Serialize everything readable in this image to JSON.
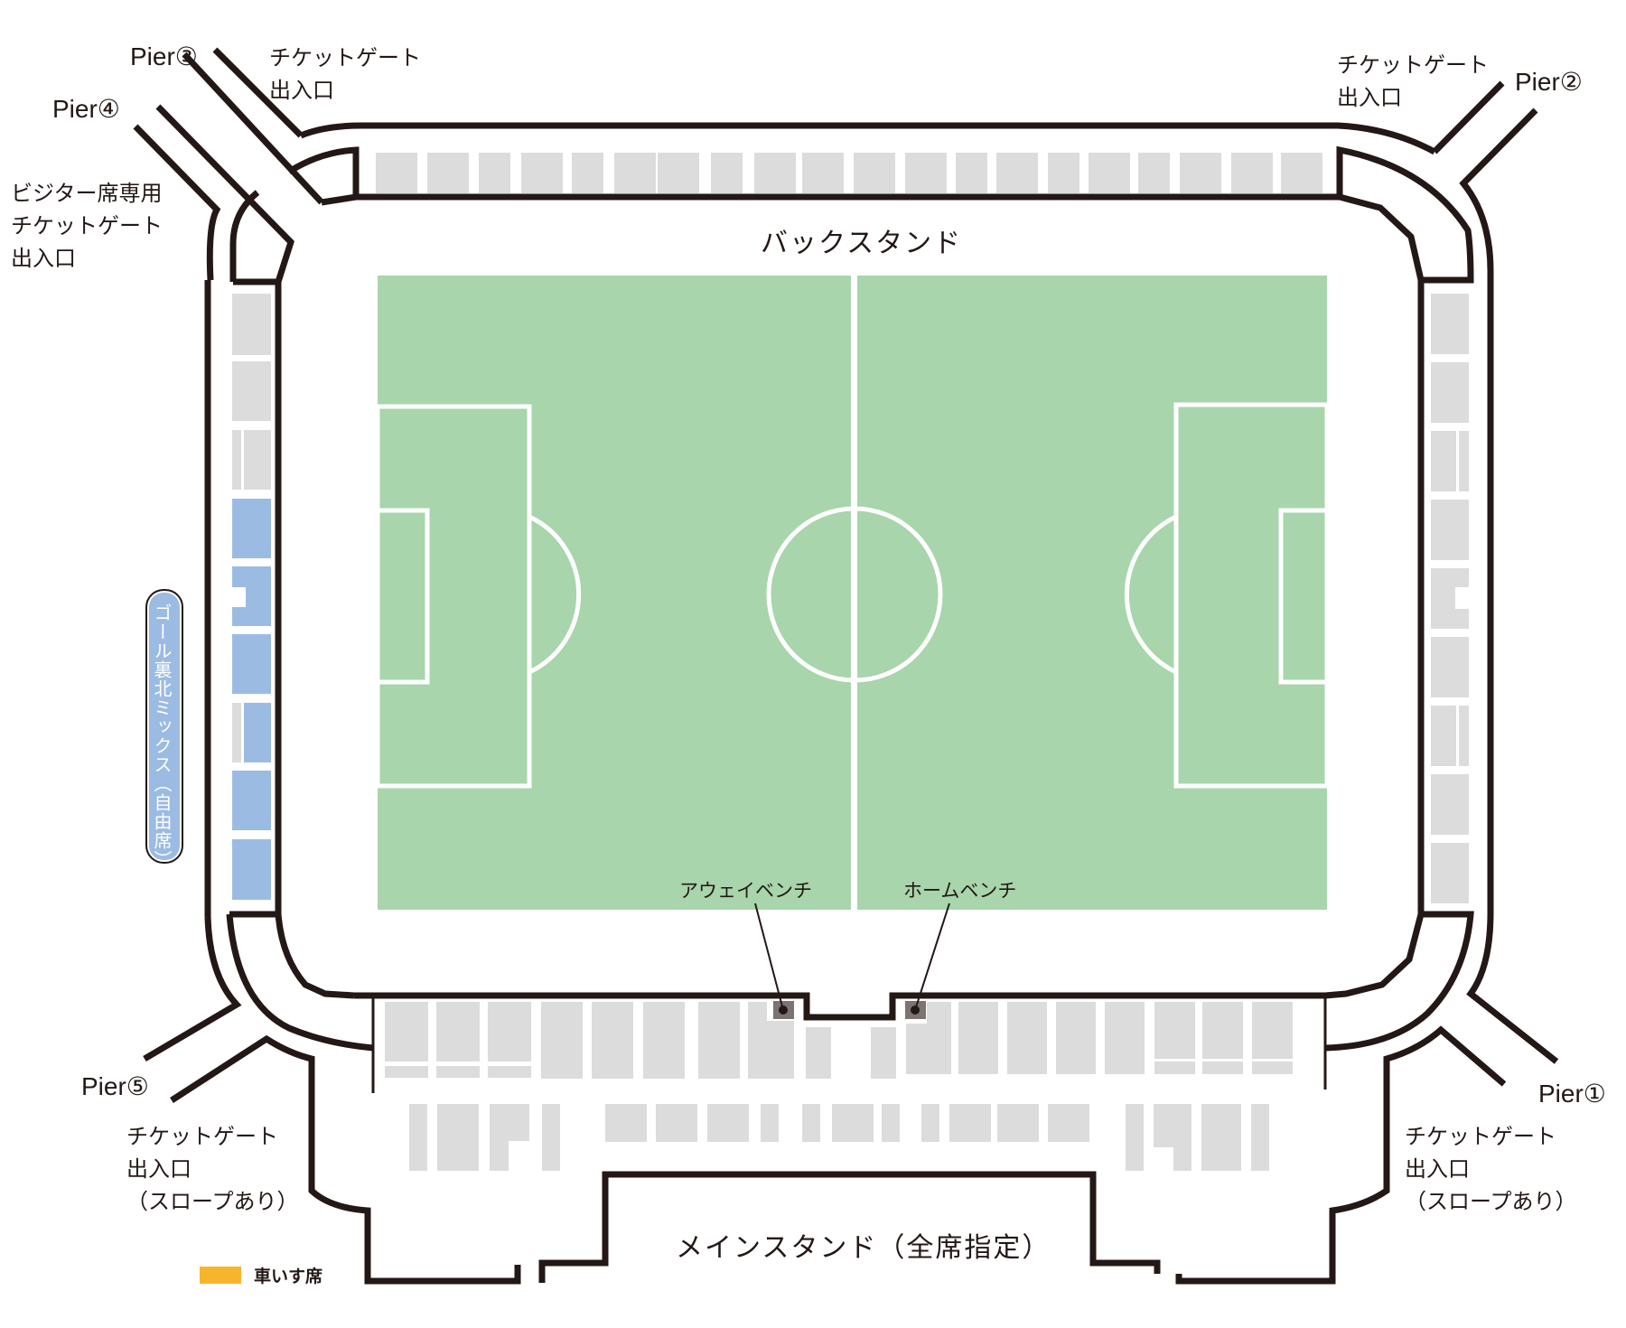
{
  "colors": {
    "pitch": "#a8d5ab",
    "pitch_lines": "#ffffff",
    "seat_gray": "#dcdcdc",
    "seat_blue": "#9bbbe3",
    "outline": "#231815",
    "bench": "#7d7373",
    "wheelchair": "#f7b52c"
  },
  "stands": {
    "back": "バックスタンド",
    "main": "メインスタンド（全席指定）",
    "north_goal_zone": "ゴール裏北ミックス（自由席）"
  },
  "benches": {
    "away": "アウェイベンチ",
    "home": "ホームベンチ"
  },
  "piers": [
    {
      "id": "pier1",
      "label": "Pier①"
    },
    {
      "id": "pier2",
      "label": "Pier②"
    },
    {
      "id": "pier3",
      "label": "Pier③"
    },
    {
      "id": "pier4",
      "label": "Pier④"
    },
    {
      "id": "pier5",
      "label": "Pier⑤"
    }
  ],
  "gates": {
    "pier3_gate": "チケットゲート\n出入口",
    "pier2_gate": "チケットゲート\n出入口",
    "pier4_visitor_gate": "ビジター席専用\nチケットゲート\n出入口",
    "pier5_gate": "チケットゲート\n出入口\n（スロープあり）",
    "pier1_gate": "チケットゲート\n出入口\n（スロープあり）"
  },
  "legend": {
    "wheelchair_label": "車いす席"
  }
}
